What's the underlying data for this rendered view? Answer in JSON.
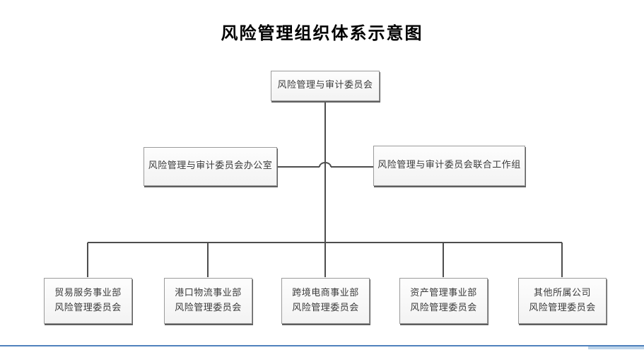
{
  "title": "风险管理组织体系示意图",
  "chart": {
    "type": "org-chart",
    "root": {
      "label": "风险管理与审计委员会"
    },
    "level2": [
      {
        "label": "风险管理与审计委员会办公室",
        "side": "left"
      },
      {
        "label": "风险管理与审计委员会联合工作组",
        "side": "right"
      }
    ],
    "level3": [
      {
        "label": "贸易服务事业部\n风险管理委员会"
      },
      {
        "label": "港口物流事业部\n风险管理委员会"
      },
      {
        "label": "跨境电商事业部\n风险管理委员会"
      },
      {
        "label": "资产管理事业部\n风险管理委员会"
      },
      {
        "label": "其他所属公司\n风险管理委员会"
      }
    ]
  },
  "colors": {
    "connector_line": "#4d4d4d",
    "box_border": "#9b9b9b",
    "box_shadow": "#5f5f5f",
    "page_edge_blue": "#4f81bd",
    "page_edge_light_blue": "#bcd4ea"
  }
}
